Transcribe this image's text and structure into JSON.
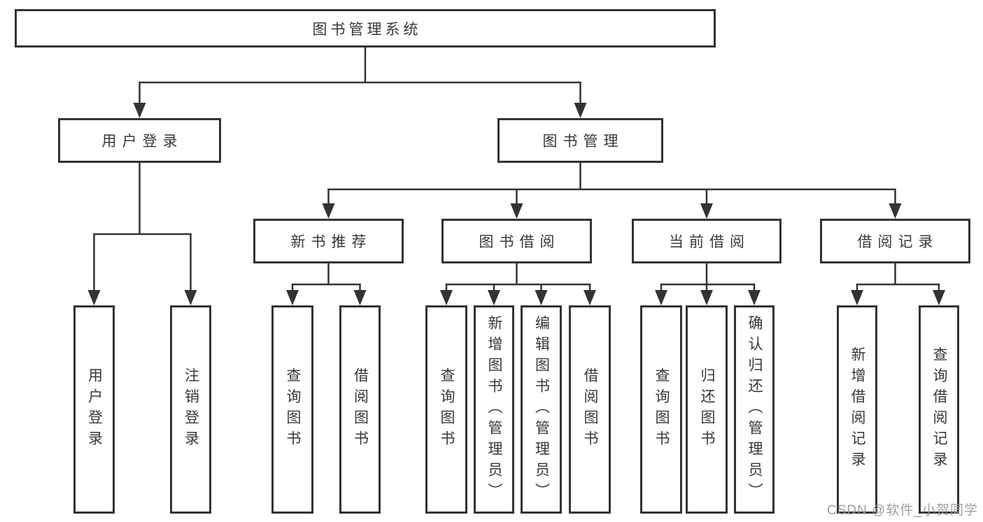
{
  "diagram": {
    "root": "图书管理系统",
    "branches": {
      "user_login": {
        "label": "用户登录",
        "leaves": [
          "用户登录",
          "注销登录"
        ]
      },
      "book_mgmt": {
        "label": "图书管理",
        "sections": {
          "new_books": {
            "label": "新书推荐",
            "leaves": [
              "查询图书",
              "借阅图书"
            ]
          },
          "book_borrow": {
            "label": "图书借阅",
            "leaves": [
              "查询图书",
              "新增图书（管理员）",
              "编辑图书（管理员）",
              "借阅图书"
            ]
          },
          "current_borrow": {
            "label": "当前借阅",
            "leaves": [
              "查询图书",
              "归还图书",
              "确认归还（管理员）"
            ]
          },
          "borrow_records": {
            "label": "借阅记录",
            "leaves": [
              "新增借阅记录",
              "查询借阅记录"
            ]
          }
        }
      }
    }
  },
  "colors": {
    "line": "#333333",
    "text": "#383838",
    "background": "#ffffff",
    "watermark": "#9a9a9a"
  },
  "watermark": "CSDN @软件_小贺同学"
}
